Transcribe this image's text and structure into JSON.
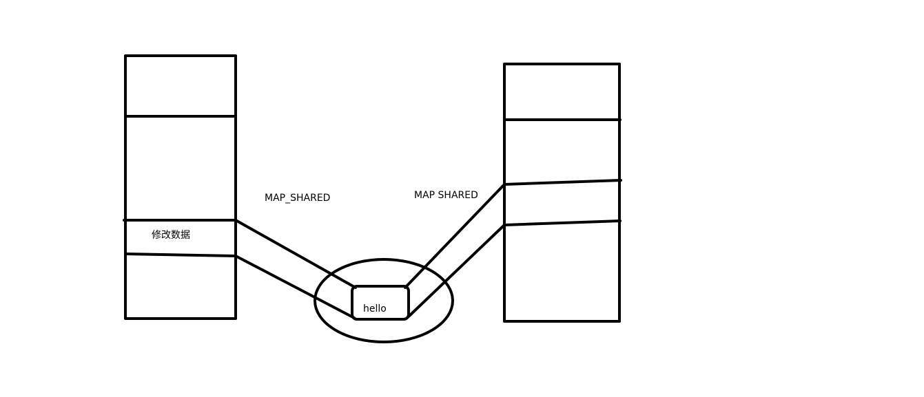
{
  "labels": {
    "left_mapping": "MAP_SHARED",
    "right_mapping": "MAP  SHARED",
    "modify_data": "修改数据",
    "shared_content": "hello"
  },
  "colors": {
    "stroke": "#000000",
    "text": "#000000",
    "background": "#ffffff"
  }
}
